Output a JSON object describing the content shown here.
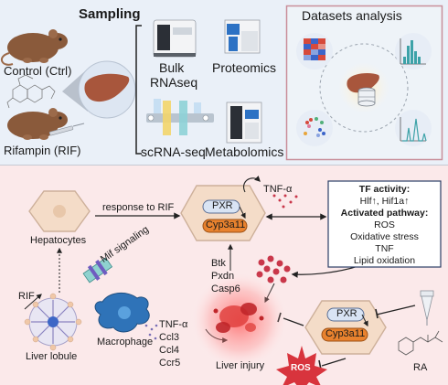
{
  "top": {
    "sampling_title": "Sampling",
    "datasets_title": "Datasets analysis",
    "control_label": "Control (Ctrl)",
    "rifampin_label": "Rifampin (RIF)",
    "bulk_label_1": "Bulk",
    "bulk_label_2": "RNAseq",
    "proteomics_label": "Proteomics",
    "scrna_label": "scRNA-seq",
    "metabolomics_label": "Metabolomics"
  },
  "bottom": {
    "hepatocytes_label": "Hepatocytes",
    "response_label": "response to RIF",
    "pxr_label": "PXR",
    "cyp_label": "Cyp3a11",
    "tnfa_top_label": "TNF-α",
    "mif_label": "Mif signaling",
    "rif_label": "RIF",
    "liver_lobule_label": "Liver lobule",
    "macrophage_label": "Macrophage",
    "genes": [
      "Btk",
      "Pxdn",
      "Casp6"
    ],
    "cytokines": [
      "TNF-α",
      "Ccl3",
      "Ccl4",
      "Ccr5"
    ],
    "liver_injury_label": "Liver injury",
    "ros_label": "ROS",
    "pxr2_label": "PXR",
    "cyp2_label": "Cyp3a11",
    "ra_label": "RA",
    "tf_box": {
      "tf_title": "TF activity:",
      "tf_values": "Hlf↑, Hif1a↑",
      "pathway_title": "Activated pathway:",
      "pathways": [
        "ROS",
        "Oxidative stress",
        "TNF",
        "Lipid oxidation"
      ]
    }
  },
  "colors": {
    "top_bg": "#eaf0f8",
    "bottom_bg": "#fbe9ea",
    "panel_border": "#c98e9a",
    "liver": "#a8563c",
    "pxr_fill": "#d9e4f4",
    "cyp_fill": "#e8822e",
    "ros_fill": "#d8343d"
  }
}
